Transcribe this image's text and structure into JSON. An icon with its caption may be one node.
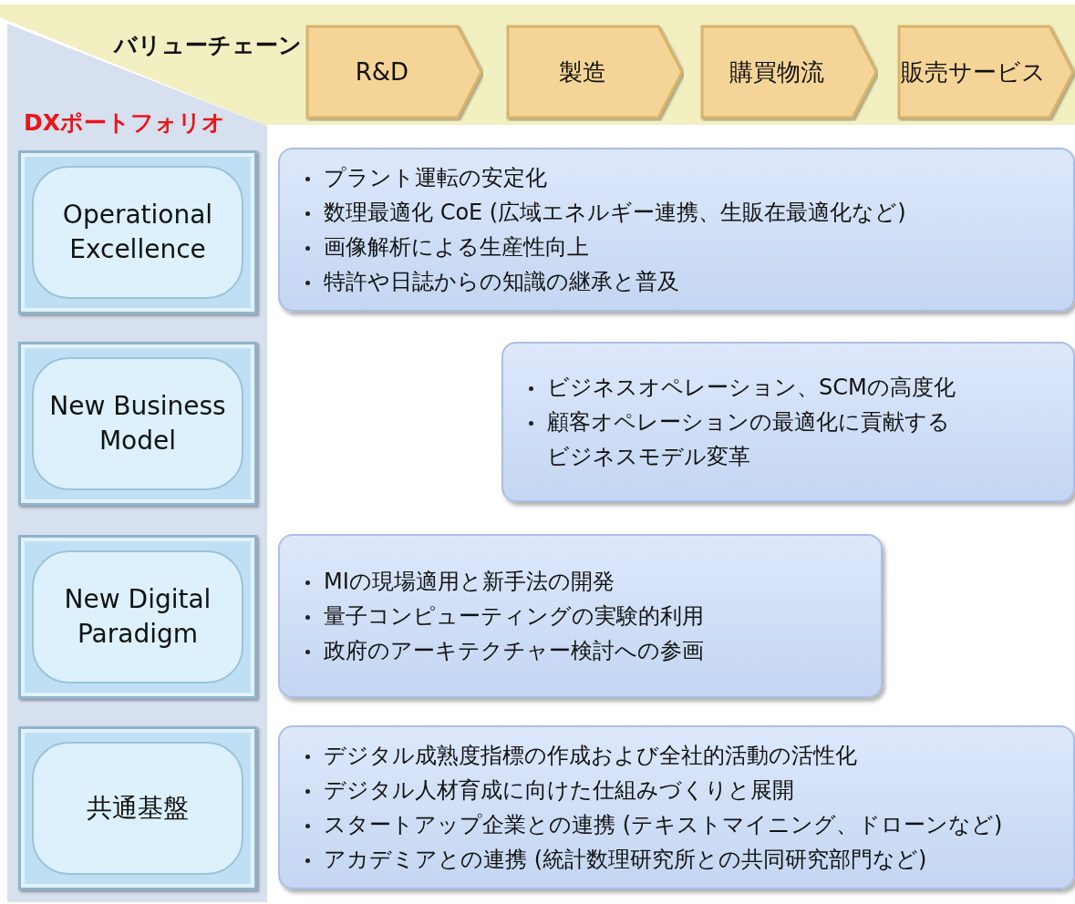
{
  "diagram": {
    "nodes": [
      {
        "text": [
          "バリューチェーン"
        ]
      },
      {
        "text": [
          "R&D"
        ],
        "in": 0
      },
      {
        "text": [
          "製造"
        ],
        "in": 0
      },
      {
        "text": [
          "購買物流"
        ],
        "in": 0
      },
      {
        "text": [
          "販売サービス"
        ],
        "in": 0
      },
      {
        "text": [
          "DXポートフォリオ"
        ]
      },
      {
        "text": [
          "Operational Excellence"
        ],
        "in": 5
      },
      {
        "text": [
          "プラント運転の安定化",
          "数理最適化 CoE (広域エネルギー連携、生販在最適化など)",
          "画像解析による生産性向上",
          "特許や日誌からの知識の継承と普及"
        ]
      },
      {
        "text": [
          "New Business Model"
        ],
        "in": 5
      },
      {
        "text": [
          "ビジネスオペレーション、SCMの高度化",
          "顧客オペレーションの最適化に貢献するビジネスモデル変革"
        ]
      },
      {
        "text": [
          "New Digital Paradigm"
        ],
        "in": 5
      },
      {
        "text": [
          "MIの現場適用と新手法の開発",
          "量子コンピューティングの実験的利用",
          "政府のアーキテクチャー検討への参画"
        ]
      },
      {
        "text": [
          "共通基盤"
        ],
        "in": 5
      },
      {
        "text": [
          "デジタル成熟度指標の作成および全社的活動の活性化",
          "デジタル人材育成に向けた仕組みづくりと展開",
          "スタートアップ企業との連携 (テキストマイニング、ドローンなど)",
          "アカデミアとの連携 (統計数理研究所との共同研究部門など)"
        ]
      }
    ],
    "edges": []
  }
}
